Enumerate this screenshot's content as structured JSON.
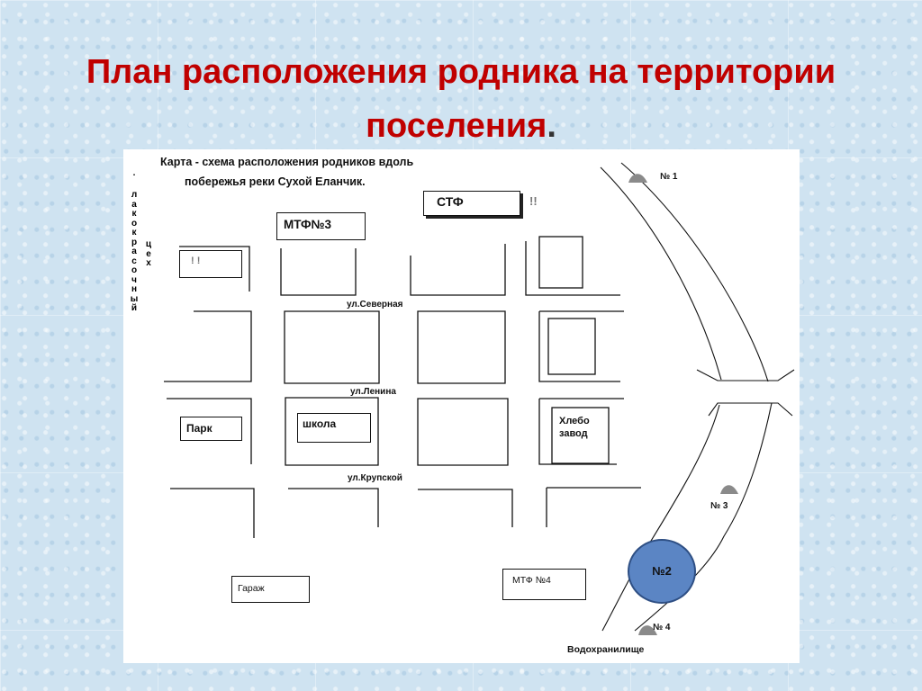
{
  "slide": {
    "title_line1": "План расположения родника на территории",
    "title_line2": "поселения",
    "title_dot": "."
  },
  "map": {
    "caption_line1": "Карта - схема расположения родников вдоль",
    "caption_line2": "побережья реки Сухой Еланчик.",
    "streets": {
      "severnaya": "ул.Северная",
      "lenina": "ул.Ленина",
      "krupskoy": "ул.Крупской"
    },
    "buildings": {
      "stf": "СТФ",
      "mtf3": "МТФ№3",
      "park": "Парк",
      "school": "школа",
      "bakery_line1": "Хлебо",
      "bakery_line2": "завод",
      "garage": "Гараж",
      "mtf4": "МТФ №4"
    },
    "vertical_labels": {
      "paint_shop_dot": ".",
      "paint_shop": "лакокрасочный",
      "workshop": "цех"
    },
    "markers": {
      "exclaim_stf": "!!",
      "exclaim_left": "!  !"
    },
    "springs": {
      "s1": "№ 1",
      "s2": "№2",
      "s3": "№ 3",
      "s4": "№ 4"
    },
    "reservoir": "Водохранилище",
    "colors": {
      "title": "#c00000",
      "highlight_circle": "#5b85c4"
    }
  }
}
